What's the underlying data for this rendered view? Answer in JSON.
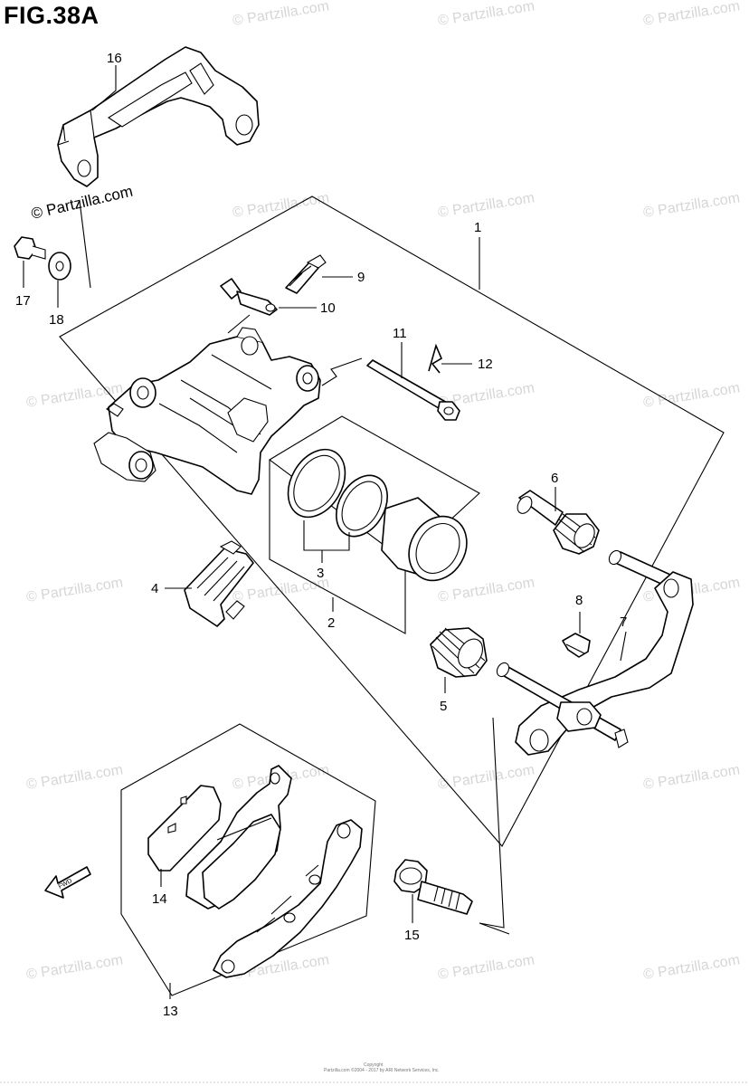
{
  "figure": {
    "title": "FIG.38A"
  },
  "watermark": {
    "text": "© Partzilla.com"
  },
  "callouts": {
    "c1": "1",
    "c2": "2",
    "c3": "3",
    "c4": "4",
    "c5": "5",
    "c6": "6",
    "c7": "7",
    "c8": "8",
    "c9": "9",
    "c10": "10",
    "c11": "11",
    "c12": "12",
    "c13": "13",
    "c14": "14",
    "c15": "15",
    "c16": "16",
    "c17": "17",
    "c18": "18"
  },
  "direction_arrow": {
    "label": "FWD"
  },
  "footer": {
    "line1": "Copyright",
    "line2": "Partzilla.com ©2004 - 2017 by ARI Network Services, Inc."
  },
  "colors": {
    "line": "#000000",
    "watermark": "#d6d6d6",
    "background": "#ffffff"
  }
}
